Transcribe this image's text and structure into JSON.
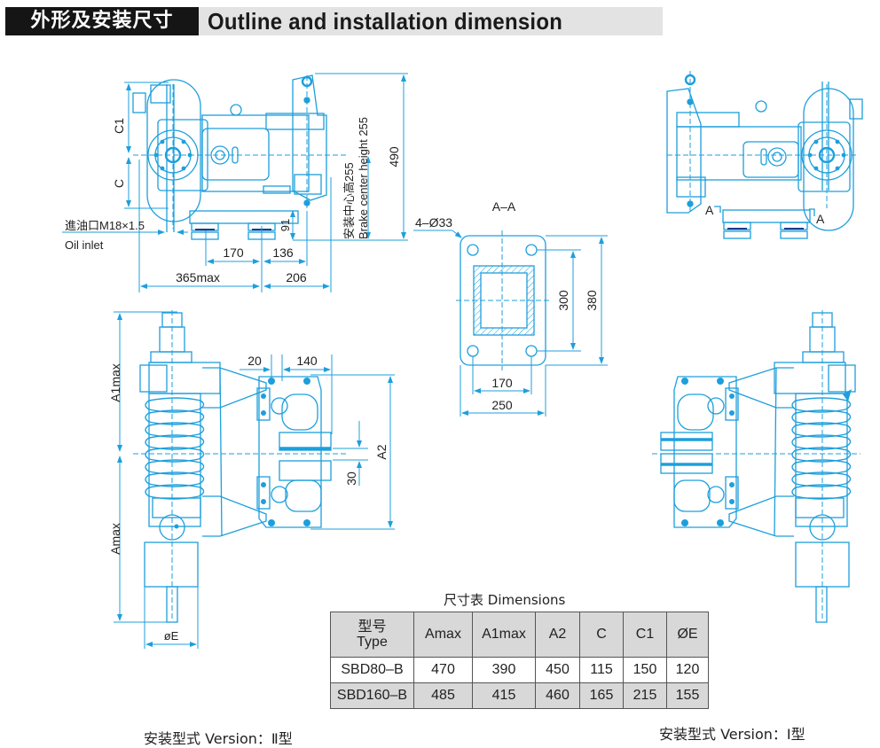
{
  "header": {
    "title_cn": "外形及安装尺寸",
    "title_en": "Outline and installation dimension"
  },
  "colors": {
    "drawing_blue": "#1d9fdc",
    "header_black": "#151515",
    "header_gray": "#e3e3e3",
    "table_gray": "#d8d8d8"
  },
  "side_view": {
    "labels": {
      "c1": "C1",
      "c": "C",
      "oil_inlet_cn": "進油口M18×1.5",
      "oil_inlet_en": "Oil inlet",
      "d91": "91",
      "d170": "170",
      "d136": "136",
      "d365": "365max",
      "d206": "206",
      "center_cn": "安装中心高255",
      "center_en": "Brake center height 255",
      "d490": "490"
    }
  },
  "section_aa": {
    "title": "A–A",
    "holes": "4–Ø33",
    "d300": "300",
    "d380": "380",
    "d170": "170",
    "d250": "250"
  },
  "right_side_view": {
    "section_marks": [
      "A",
      "A"
    ]
  },
  "front_view": {
    "labels": {
      "a1max": "A1max",
      "amax": "Amax",
      "d20": "20",
      "d140": "140",
      "a2": "A2",
      "d30": "30",
      "oe": "øE"
    }
  },
  "table": {
    "title": "尺寸表  Dimensions",
    "headers": [
      "型号\nType",
      "Amax",
      "A1max",
      "A2",
      "C",
      "C1",
      "ØE"
    ],
    "header_type_cn": "型号",
    "header_type_en": "Type",
    "rows": [
      [
        "SBD80–B",
        "470",
        "390",
        "450",
        "115",
        "150",
        "120"
      ],
      [
        "SBD160–B",
        "485",
        "415",
        "460",
        "165",
        "215",
        "155"
      ]
    ]
  },
  "captions": {
    "left": "安装型式 Version：Ⅱ型",
    "right": "安装型式 Version：Ⅰ型"
  }
}
